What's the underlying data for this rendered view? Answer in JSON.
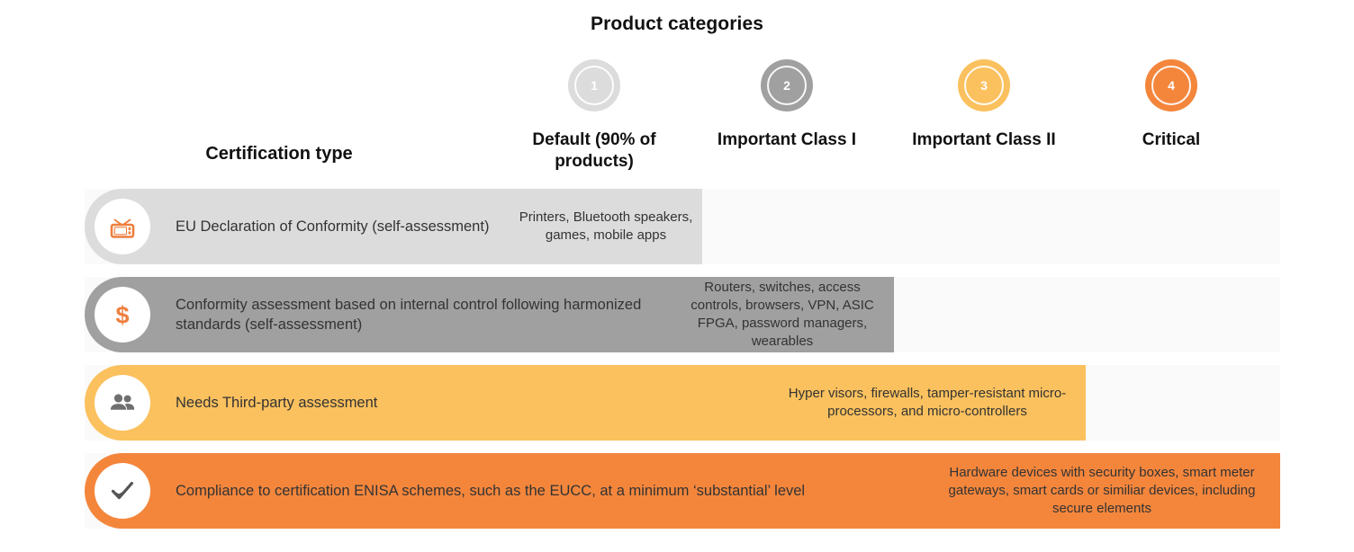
{
  "title": "Product categories",
  "cert_type_header": "Certification type",
  "colors": {
    "cat1": "#dcdcdc",
    "cat2": "#a0a0a0",
    "cat3": "#fbc15e",
    "cat4": "#f4863c",
    "track": "#fafafa",
    "icon_orange": "#ee7f3e",
    "icon_gray": "#6f6f6f"
  },
  "categories": [
    {
      "number": "1",
      "label": "Default (90% of products)",
      "color": "#dcdcdc"
    },
    {
      "number": "2",
      "label": "Important Class I",
      "color": "#a0a0a0"
    },
    {
      "number": "3",
      "label": "Important Class II",
      "color": "#fbc15e"
    },
    {
      "number": "4",
      "label": "Critical",
      "color": "#f4863c"
    }
  ],
  "rows": [
    {
      "icon": "television-icon",
      "icon_color": "#ee7f3e",
      "fill_color": "#dcdcdc",
      "cert_text": "EU Declaration of Conformity (self-assessment)",
      "product_text": "Printers, Bluetooth speakers, games, mobile apps"
    },
    {
      "icon": "dollar-sign-icon",
      "icon_color": "#ee7f3e",
      "fill_color": "#a0a0a0",
      "cert_text": "Conformity assessment based on internal control following harmonized standards (self-assessment)",
      "product_text": "Routers, switches, access controls, browsers, VPN, ASIC FPGA, password managers, wearables"
    },
    {
      "icon": "people-icon",
      "icon_color": "#6f6f6f",
      "fill_color": "#fbc15e",
      "cert_text": "Needs Third-party assessment",
      "product_text": "Hyper visors, firewalls, tamper-resistant micro-processors, and micro-controllers"
    },
    {
      "icon": "checkmark-icon",
      "icon_color": "#555555",
      "fill_color": "#f4863c",
      "cert_text": "Compliance to certification ENISA schemes, such as the EUCC, at a minimum ‘substantial’ level",
      "product_text": "Hardware devices with security boxes, smart meter gateways, smart cards or similiar devices, including secure elements"
    }
  ]
}
